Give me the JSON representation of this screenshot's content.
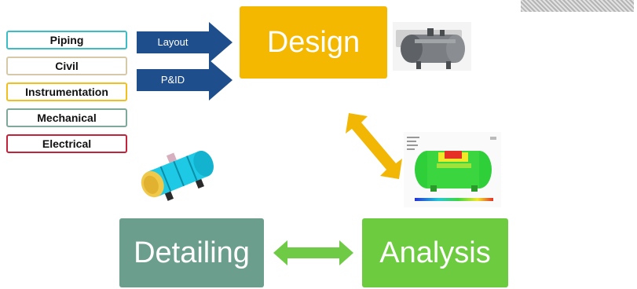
{
  "disciplines": [
    {
      "label": "Piping",
      "color": "#3cbcc4"
    },
    {
      "label": "Civil",
      "color": "#d6c9a8"
    },
    {
      "label": "Instrumentation",
      "color": "#f0c020"
    },
    {
      "label": "Mechanical",
      "color": "#7ea89a"
    },
    {
      "label": "Electrical",
      "color": "#c2223a"
    }
  ],
  "inputs": [
    {
      "label": "Layout"
    },
    {
      "label": "P&ID"
    }
  ],
  "stages": {
    "design": {
      "label": "Design",
      "color": "#f5b800"
    },
    "analysis": {
      "label": "Analysis",
      "color": "#6ccb3e"
    },
    "detailing": {
      "label": "Detailing",
      "color": "#6b9e8c"
    }
  },
  "colors": {
    "input_arrow": "#1f4e8c",
    "design_analysis_arrow": "#f2b705",
    "analysis_detailing_arrow": "#6fcb46"
  }
}
